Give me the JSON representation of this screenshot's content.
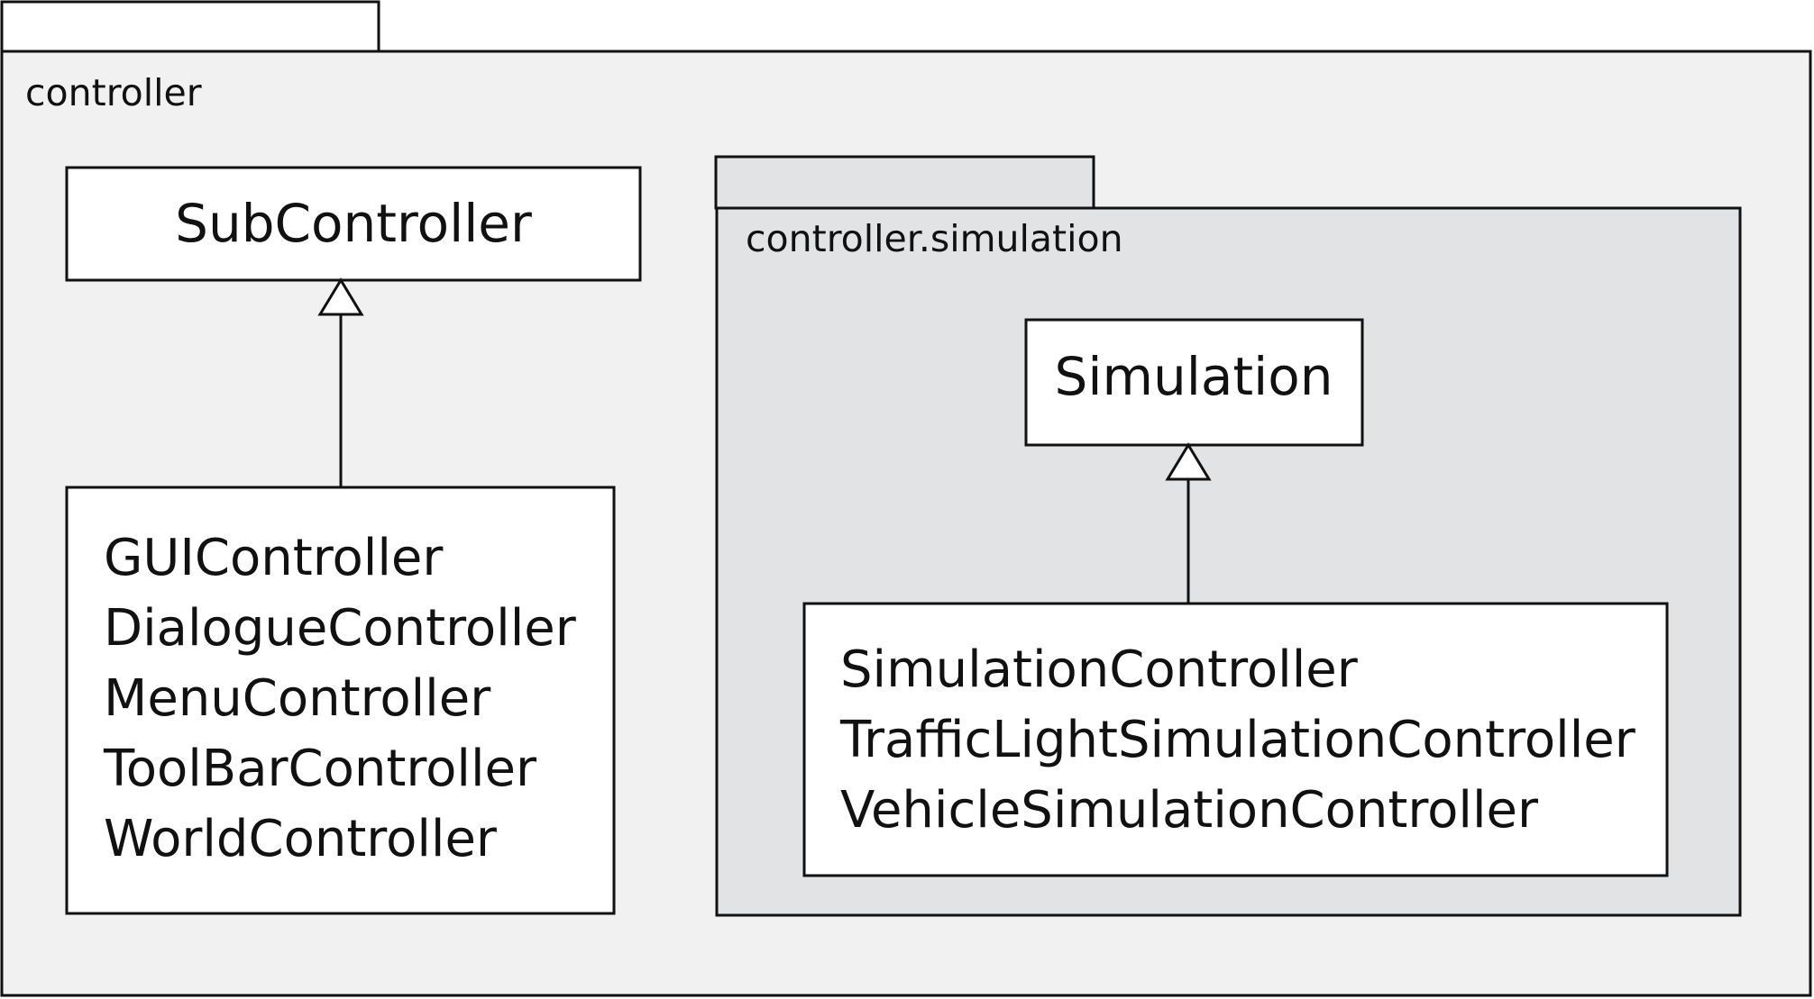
{
  "colors": {
    "outer_package_fill": "#f1f1f1",
    "inner_package_fill": "#e2e3e5",
    "class_fill": "#ffffff",
    "stroke": "#111111"
  },
  "outer_package": {
    "name": "controller"
  },
  "left_group": {
    "superclass": "SubController",
    "subclasses": [
      "GUIController",
      "DialogueController",
      "MenuController",
      "ToolBarController",
      "WorldController"
    ]
  },
  "inner_package": {
    "name": "controller.simulation",
    "superclass": "Simulation",
    "subclasses": [
      "SimulationController",
      "TrafficLightSimulationController",
      "VehicleSimulationController"
    ]
  }
}
